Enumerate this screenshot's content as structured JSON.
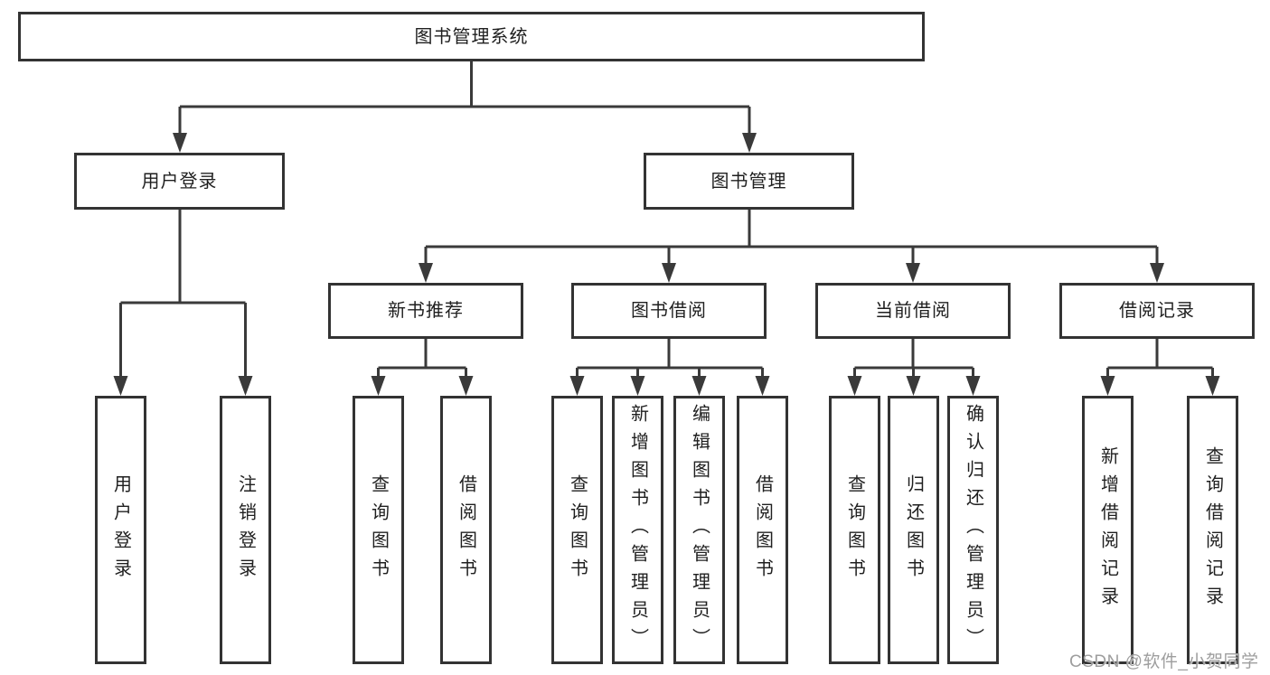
{
  "diagram": {
    "type": "hierarchy-chart",
    "root": {
      "label": "图书管理系统"
    },
    "level2": [
      {
        "label": "用户登录",
        "parent": "图书管理系统"
      },
      {
        "label": "图书管理",
        "parent": "图书管理系统"
      }
    ],
    "level3": [
      {
        "label": "新书推荐",
        "parent": "图书管理"
      },
      {
        "label": "图书借阅",
        "parent": "图书管理"
      },
      {
        "label": "当前借阅",
        "parent": "图书管理"
      },
      {
        "label": "借阅记录",
        "parent": "图书管理"
      }
    ],
    "leaves": [
      {
        "label": "用户登录",
        "parent": "用户登录"
      },
      {
        "label": "注销登录",
        "parent": "用户登录"
      },
      {
        "label": "查询图书",
        "parent": "新书推荐"
      },
      {
        "label": "借阅图书",
        "parent": "新书推荐"
      },
      {
        "label": "查询图书",
        "parent": "图书借阅"
      },
      {
        "label": "新增图书（管理员）",
        "parent": "图书借阅"
      },
      {
        "label": "编辑图书（管理员）",
        "parent": "图书借阅"
      },
      {
        "label": "借阅图书",
        "parent": "图书借阅"
      },
      {
        "label": "查询图书",
        "parent": "当前借阅"
      },
      {
        "label": "归还图书",
        "parent": "当前借阅"
      },
      {
        "label": "确认归还（管理员）",
        "parent": "当前借阅"
      },
      {
        "label": "新增借阅记录",
        "parent": "借阅记录"
      },
      {
        "label": "查询借阅记录",
        "parent": "借阅记录"
      }
    ]
  },
  "watermark": {
    "text": "CSDN @软件_小贺同学"
  },
  "colors": {
    "line": "#3a3a3a",
    "border": "#333333",
    "text": "#1f1f1f",
    "background": "#ffffff",
    "watermark": "#9e9e9e"
  }
}
